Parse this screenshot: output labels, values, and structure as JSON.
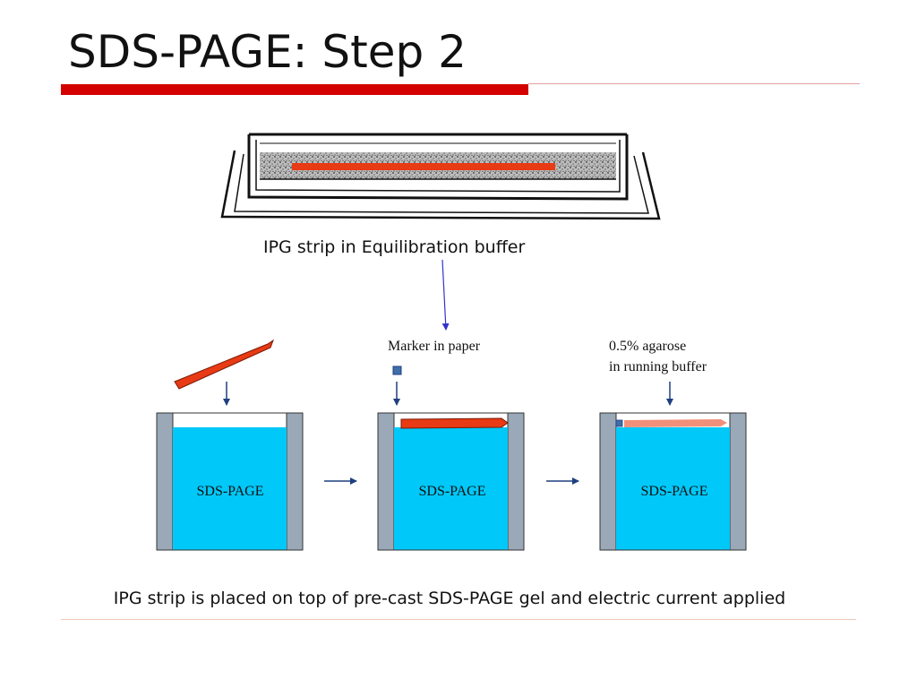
{
  "slide": {
    "title": "SDS-PAGE: Step 2",
    "colors": {
      "accent_bar": "#d40000",
      "ipg_strip": "#e83a14",
      "ipg_strip_faded": "#f0907a",
      "gel": "#00c8f8",
      "gel_frame": "#9aa8b8",
      "marker": "#3f6fa8",
      "arrow": "#1f3f7f",
      "pointer_line": "#3333cc"
    }
  },
  "tray": {
    "caption": "IPG strip in Equilibration buffer"
  },
  "labels": {
    "marker": "Marker in paper",
    "agarose_line1": "0.5% agarose",
    "agarose_line2": "in running buffer"
  },
  "gels": [
    {
      "label": "SDS-PAGE"
    },
    {
      "label": "SDS-PAGE"
    },
    {
      "label": "SDS-PAGE"
    }
  ],
  "footer": {
    "text": "IPG strip is placed on top of pre-cast SDS-PAGE gel and electric current applied"
  }
}
